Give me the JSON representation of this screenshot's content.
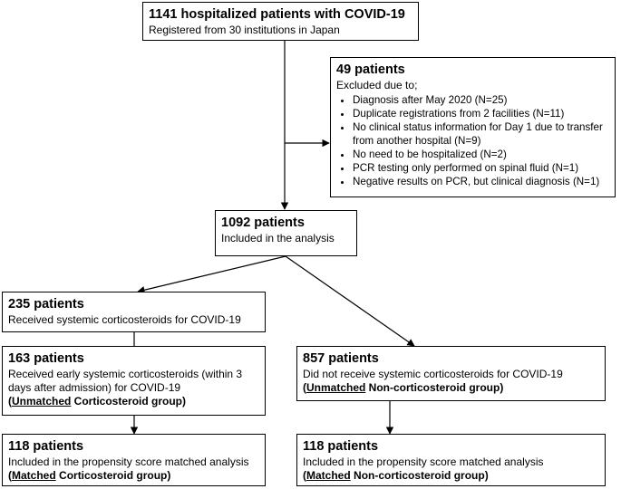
{
  "boxes": {
    "registered": {
      "title": "1141 hospitalized patients with COVID-19",
      "text": "Registered from 30 institutions in Japan"
    },
    "excluded": {
      "title": "49 patients",
      "text": "Excluded due to;",
      "items": [
        "Diagnosis after May 2020 (N=25)",
        "Duplicate registrations from 2 facilities (N=11)",
        "No clinical status information for Day 1 due to transfer from another hospital (N=9)",
        "No need to be hospitalized (N=2)",
        "PCR testing only performed on spinal fluid (N=1)",
        "Negative results on PCR, but clinical diagnosis (N=1)"
      ]
    },
    "included": {
      "title": "1092 patients",
      "text": "Included in the analysis"
    },
    "systemic": {
      "title": "235 patients",
      "text": "Received systemic corticosteroids for COVID-19"
    },
    "early": {
      "title": "163 patients",
      "text_1": "Received early systemic corticosteroids (within 3",
      "text_2": "days after admission) for COVID-19",
      "group_prefix": "Unmatched",
      "group_suffix": " Corticosteroid group"
    },
    "nonsteroid": {
      "title": "857 patients",
      "text": "Did not receive systemic corticosteroids for COVID-19",
      "group_prefix": "Unmatched",
      "group_suffix": " Non-corticosteroid group"
    },
    "matched_cs": {
      "title": "118 patients",
      "text": "Included in the propensity score matched analysis",
      "group_prefix": "Matched",
      "group_suffix": " Corticosteroid group"
    },
    "matched_ncs": {
      "title": "118 patients",
      "text": "Included in the propensity score matched analysis",
      "group_prefix": "Matched",
      "group_suffix": " Non-corticosteroid group"
    }
  }
}
